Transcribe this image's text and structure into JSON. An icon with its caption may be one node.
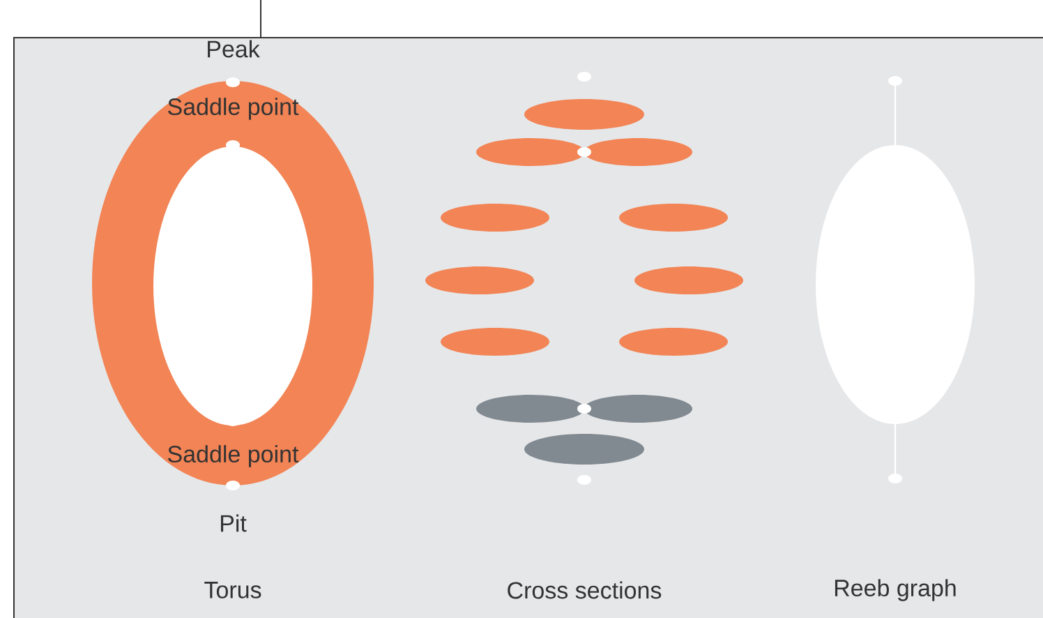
{
  "diagram": {
    "labels": [
      "Peak",
      "Saddle point",
      "Saddle point",
      "Pit",
      "Torus",
      "Cross sections",
      "Reeb graph"
    ]
  }
}
